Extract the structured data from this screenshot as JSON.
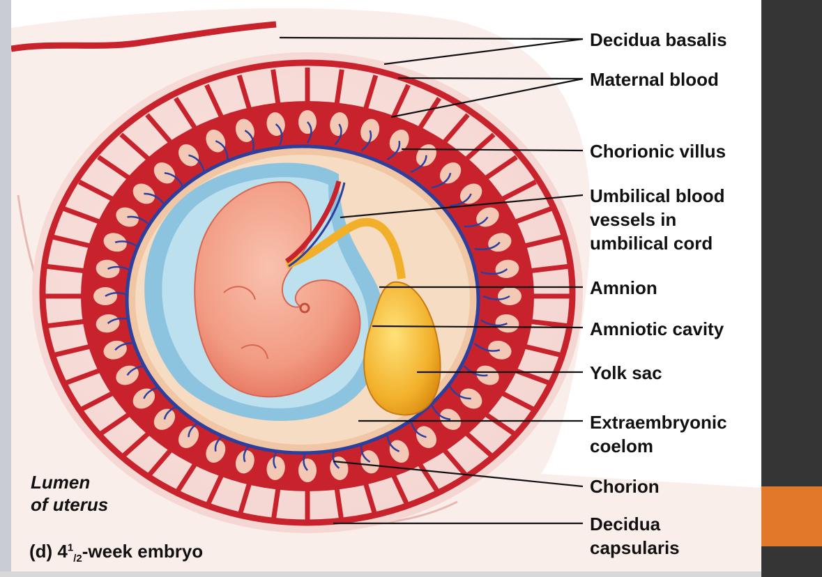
{
  "diagram": {
    "labels": {
      "decidua_basalis": "Decidua basalis",
      "maternal_blood": "Maternal blood",
      "chorionic_villus": "Chorionic villus",
      "umbilical_vessels": "Umbilical blood\nvessels in\numbilical cord",
      "amnion": "Amnion",
      "amniotic_cavity": "Amniotic cavity",
      "yolk_sac": "Yolk sac",
      "extraembryonic_coelom": "Extraembryonic\ncoelom",
      "chorion": "Chorion",
      "decidua_capsularis": "Decidua\ncapsularis"
    },
    "lumen_label": "Lumen\nof uterus",
    "caption": {
      "prefix": "(d) 4",
      "superscript": "1",
      "fraction_rest": "/2",
      "suffix": "-week embryo"
    }
  },
  "colors": {
    "decidua": "#f3d3cf",
    "maternal_blood": "#c8232c",
    "chorion_band": "#f0c6a4",
    "amnion": "#8cc4e0",
    "amniotic_fluid": "#bde0ee",
    "embryo": "#f29a82",
    "yolk_sac": "#f2b02a",
    "umbilical_vein": "#2a3f9e",
    "background_panel": "#353535",
    "accent": "#e07a2a"
  }
}
